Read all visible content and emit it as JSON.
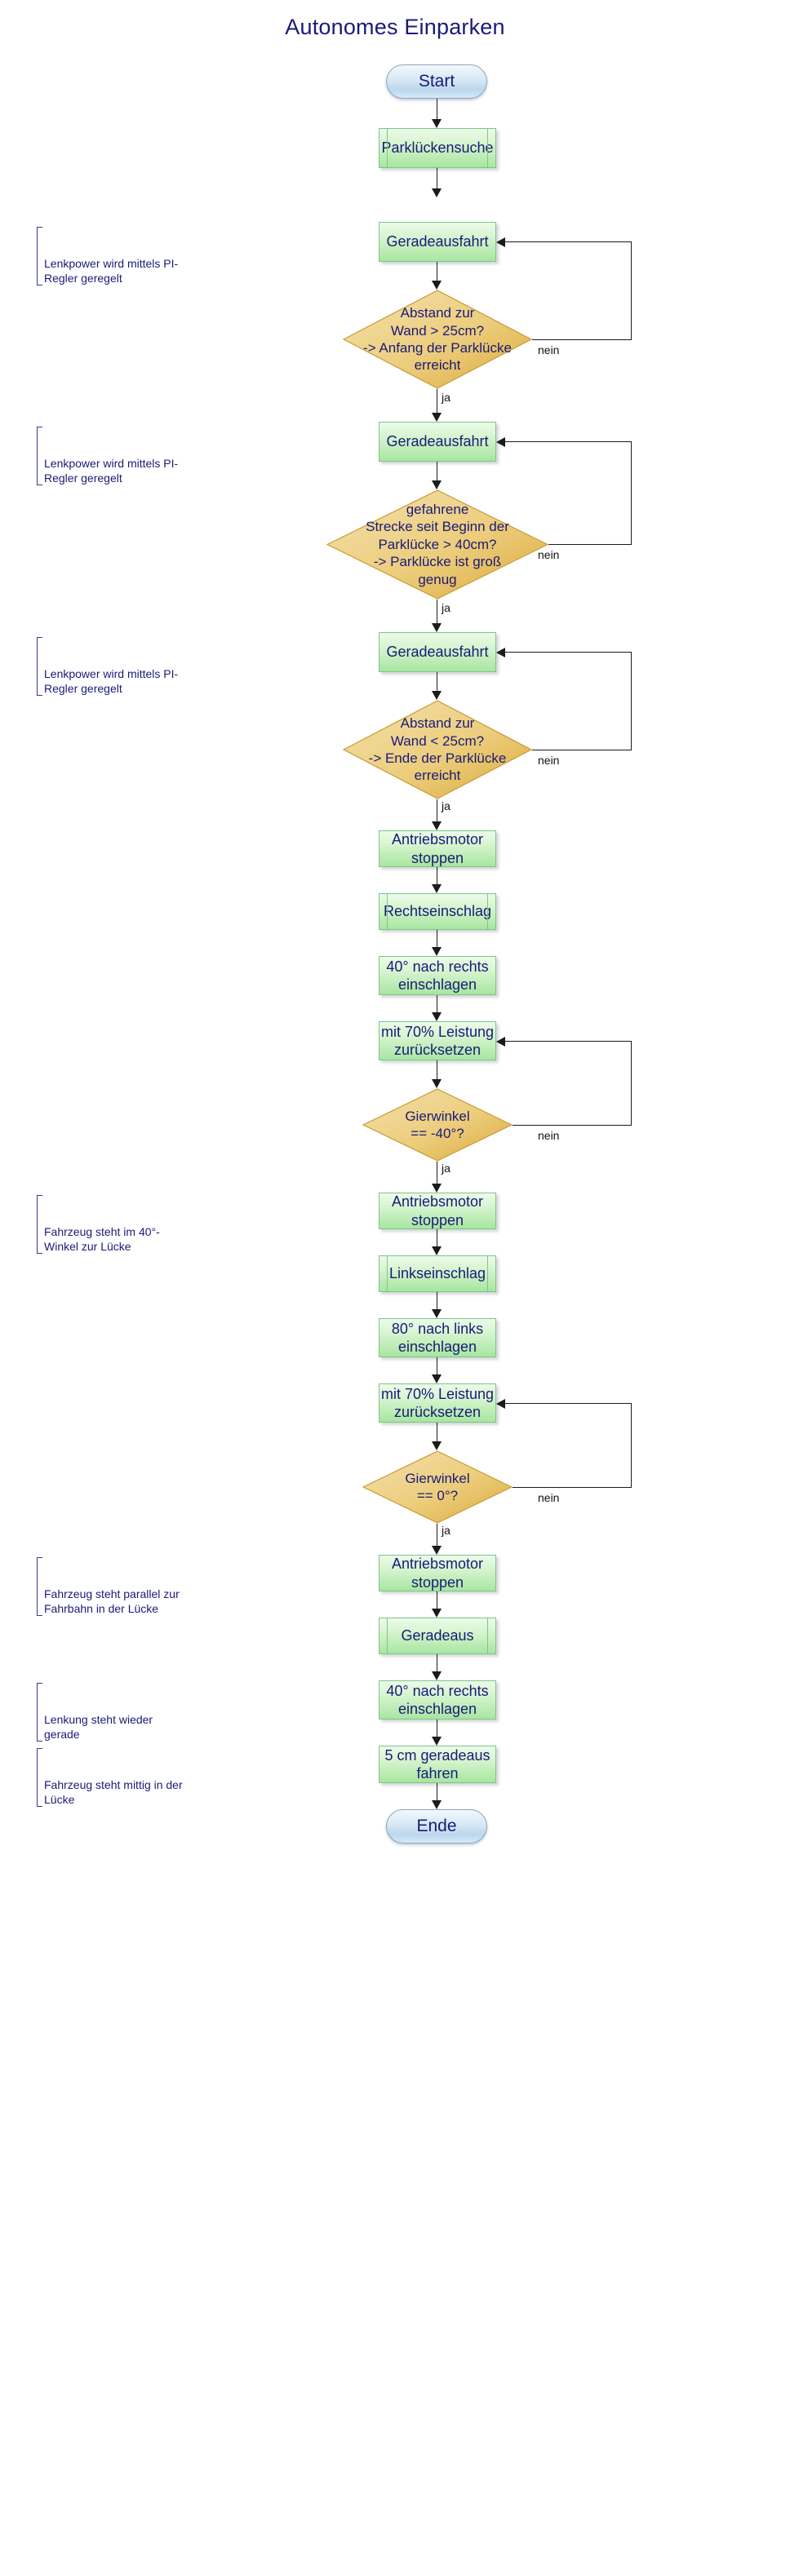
{
  "title": "Autonomes Einparken",
  "colors": {
    "process_fill_top": "#ecfbe9",
    "process_fill_bottom": "#a8e6a0",
    "process_border": "#7fc48b",
    "decision_fill": "#e8c46a",
    "decision_border": "#c79a33",
    "terminator_fill": "#cfe5f5",
    "terminator_border": "#8fa6bd",
    "text": "#1a1a78",
    "connector": "#1b1b1b"
  },
  "edge_labels": {
    "yes": "ja",
    "no": "nein"
  },
  "nodes": {
    "start": "Start",
    "parkluckensuche": "Parklückensuche",
    "geradeausfahrt_1": "Geradeausfahrt",
    "decision_1": "Abstand zur\nWand > 25cm?\n-> Anfang der Parklücke\nerreicht",
    "geradeausfahrt_2": "Geradeausfahrt",
    "decision_2": "gefahrene\nStrecke seit Beginn der\nParklücke > 40cm?\n-> Parklücke ist groß\ngenug",
    "geradeausfahrt_3": "Geradeausfahrt",
    "decision_3": "Abstand zur\nWand < 25cm?\n-> Ende der Parklücke\nerreicht",
    "antriebsmotor_stoppen_1": "Antriebsmotor stoppen",
    "rechtseinschlag": "Rechtseinschlag",
    "rechts_40": "40° nach rechts\neinschlagen",
    "zuruecksetzen_1": "mit 70% Leistung\nzurücksetzen",
    "decision_4": "Gierwinkel\n== -40°?",
    "antriebsmotor_stoppen_2": "Antriebsmotor stoppen",
    "linkseinschlag": "Linkseinschlag",
    "links_80": "80° nach links\neinschlagen",
    "zuruecksetzen_2": "mit 70% Leistung\nzurücksetzen",
    "decision_5": "Gierwinkel\n== 0°?",
    "antriebsmotor_stoppen_3": "Antriebsmotor stoppen",
    "geradeaus": "Geradeaus",
    "rechts_40_b": "40° nach rechts\neinschlagen",
    "fahren_5cm": "5 cm geradeaus fahren",
    "ende": "Ende"
  },
  "notes": {
    "note_1": "Lenkpower wird mittels PI-\nRegler geregelt",
    "note_2": "Lenkpower wird mittels PI-\nRegler geregelt",
    "note_3": "Lenkpower wird mittels PI-\nRegler geregelt",
    "note_4": "Fahrzeug steht im 40°-\nWinkel zur Lücke",
    "note_5": "Fahrzeug steht parallel zur\nFahrbahn in der Lücke",
    "note_6": "Lenkung steht wieder\ngerade",
    "note_7": "Fahrzeug steht mittig in der\nLücke"
  },
  "labels": {
    "ja_1": "ja",
    "nein_1": "nein",
    "ja_2": "ja",
    "nein_2": "nein",
    "ja_3": "ja",
    "nein_3": "nein",
    "ja_4": "ja",
    "nein_4": "nein",
    "ja_5": "ja",
    "nein_5": "nein"
  }
}
